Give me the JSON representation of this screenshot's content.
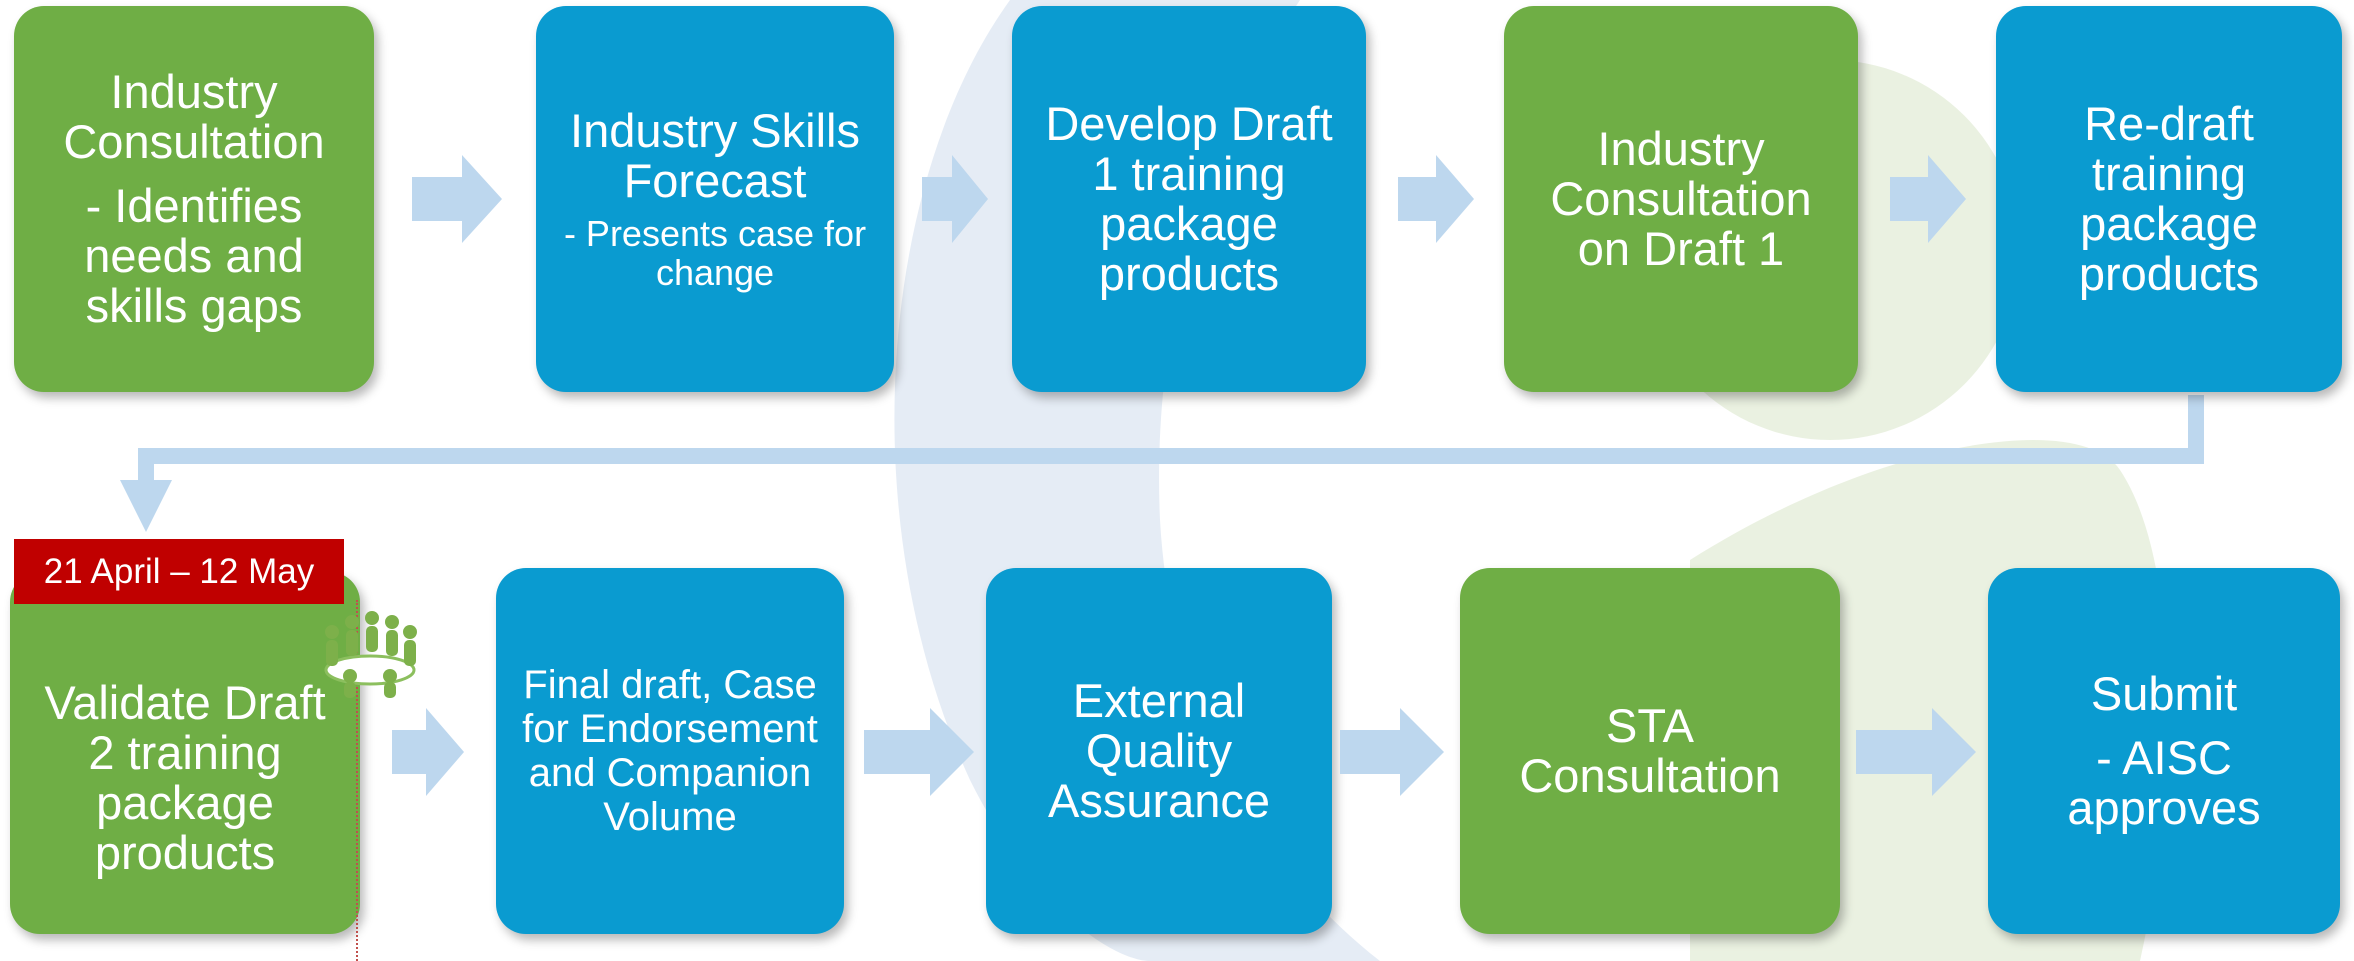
{
  "row1": [
    {
      "title": "Industry Consultation",
      "sub": "- Identifies needs and skills gaps",
      "color": "green"
    },
    {
      "title": "Industry Skills Forecast",
      "sub": "- Presents case for change",
      "color": "blue"
    },
    {
      "title": "Develop Draft 1 training package products",
      "sub": "",
      "color": "blue"
    },
    {
      "title": "Industry Consultation on Draft 1",
      "sub": "",
      "color": "green"
    },
    {
      "title": "Re-draft training package products",
      "sub": "",
      "color": "blue"
    }
  ],
  "row2": [
    {
      "title": "Validate Draft 2 training package products",
      "sub": "",
      "color": "green"
    },
    {
      "title": "Final draft, Case for Endorsement and Companion Volume",
      "sub": "",
      "color": "blue"
    },
    {
      "title": "External Quality Assurance",
      "sub": "",
      "color": "blue"
    },
    {
      "title": "STA Consultation",
      "sub": "",
      "color": "green"
    },
    {
      "title": "Submit",
      "sub": "- AISC approves",
      "color": "blue"
    }
  ],
  "date_tag": "21 April – 12 May",
  "colors": {
    "green": "#6FAE45",
    "blue": "#0A9BD0",
    "arrow": "#BDD7EE",
    "tag": "#C00000"
  },
  "icons": {
    "people": "meeting-people-icon"
  }
}
